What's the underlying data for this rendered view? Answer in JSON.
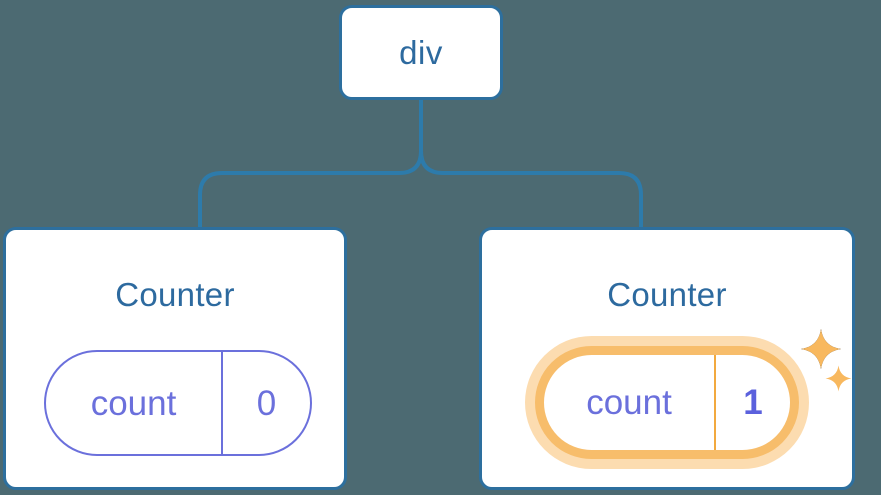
{
  "diagram": {
    "type": "component-tree",
    "background_color": "#4c6a72",
    "node_border_color": "#2d6f9e",
    "title_color": "#2d6a9f",
    "state_color": "#6b70dc",
    "highlight_color": "#f7bd6b",
    "highlight_glow_color": "#fcdcb0",
    "root": {
      "label": "div"
    },
    "children": [
      {
        "title": "Counter",
        "state": {
          "key": "count",
          "value": "0"
        },
        "highlighted": "false"
      },
      {
        "title": "Counter",
        "state": {
          "key": "count",
          "value": "1"
        },
        "highlighted": "true"
      }
    ],
    "icons": {
      "sparkle_big": "sparkle-icon",
      "sparkle_small": "sparkle-icon"
    }
  }
}
